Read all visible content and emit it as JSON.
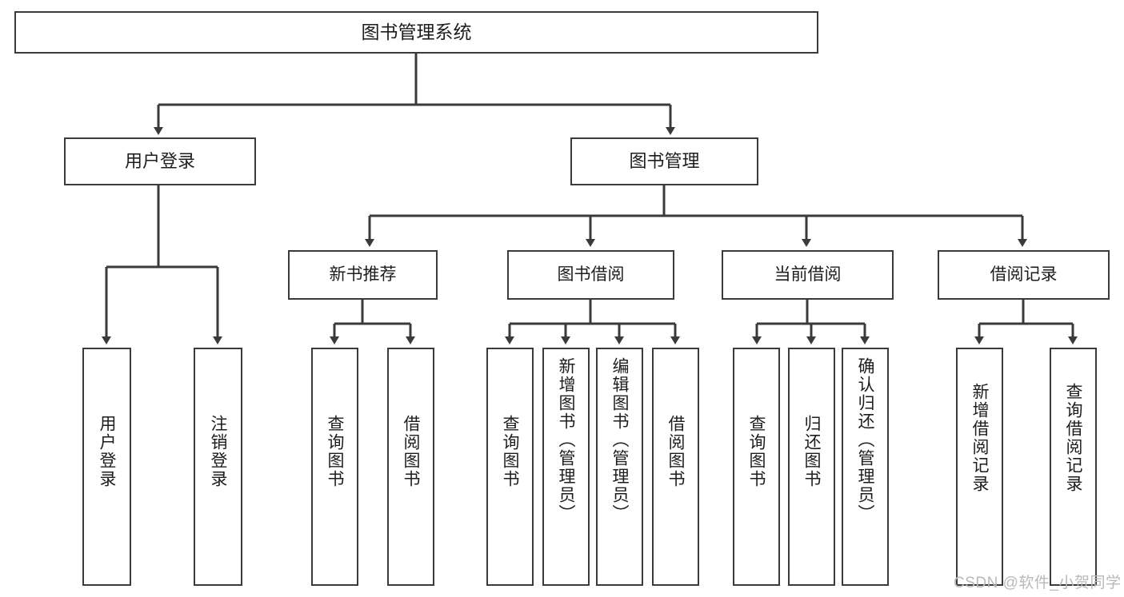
{
  "diagram": {
    "type": "tree-hierarchy-functional-decomposition",
    "title": "图书管理系统",
    "root": {
      "id": "root",
      "label": "图书管理系统"
    },
    "level2": [
      {
        "id": "user-login",
        "label": "用户登录"
      },
      {
        "id": "book-management",
        "label": "图书管理"
      }
    ],
    "level3": [
      {
        "id": "new-book-recommend",
        "label": "新书推荐",
        "parent": "book-management"
      },
      {
        "id": "book-borrow",
        "label": "图书借阅",
        "parent": "book-management"
      },
      {
        "id": "current-borrow",
        "label": "当前借阅",
        "parent": "book-management"
      },
      {
        "id": "borrow-record",
        "label": "借阅记录",
        "parent": "book-management"
      }
    ],
    "leaves": [
      {
        "id": "leaf-user-login",
        "label": "用户登录",
        "parent": "user-login"
      },
      {
        "id": "leaf-user-logout",
        "label": "注销登录",
        "parent": "user-login"
      },
      {
        "id": "leaf-query-book-1",
        "label": "查询图书",
        "parent": "new-book-recommend"
      },
      {
        "id": "leaf-borrow-book-1",
        "label": "借阅图书",
        "parent": "new-book-recommend"
      },
      {
        "id": "leaf-query-book-2",
        "label": "查询图书",
        "parent": "book-borrow"
      },
      {
        "id": "leaf-add-book",
        "label": "新增图书（管理员）",
        "parent": "book-borrow"
      },
      {
        "id": "leaf-edit-book",
        "label": "编辑图书（管理员）",
        "parent": "book-borrow"
      },
      {
        "id": "leaf-borrow-book-2",
        "label": "借阅图书",
        "parent": "book-borrow"
      },
      {
        "id": "leaf-query-book-3",
        "label": "查询图书",
        "parent": "current-borrow"
      },
      {
        "id": "leaf-return-book",
        "label": "归还图书",
        "parent": "current-borrow"
      },
      {
        "id": "leaf-confirm-return",
        "label": "确认归还（管理员）",
        "parent": "current-borrow"
      },
      {
        "id": "leaf-add-record",
        "label": "新增借阅记录",
        "parent": "borrow-record"
      },
      {
        "id": "leaf-query-record",
        "label": "查询借阅记录",
        "parent": "borrow-record"
      }
    ],
    "watermark": "CSDN @软件_小贺同学",
    "colors": {
      "stroke": "#3a3a3a",
      "text": "#1d1d1d",
      "background": "#ffffff",
      "watermark": "#b9b9b9"
    }
  }
}
